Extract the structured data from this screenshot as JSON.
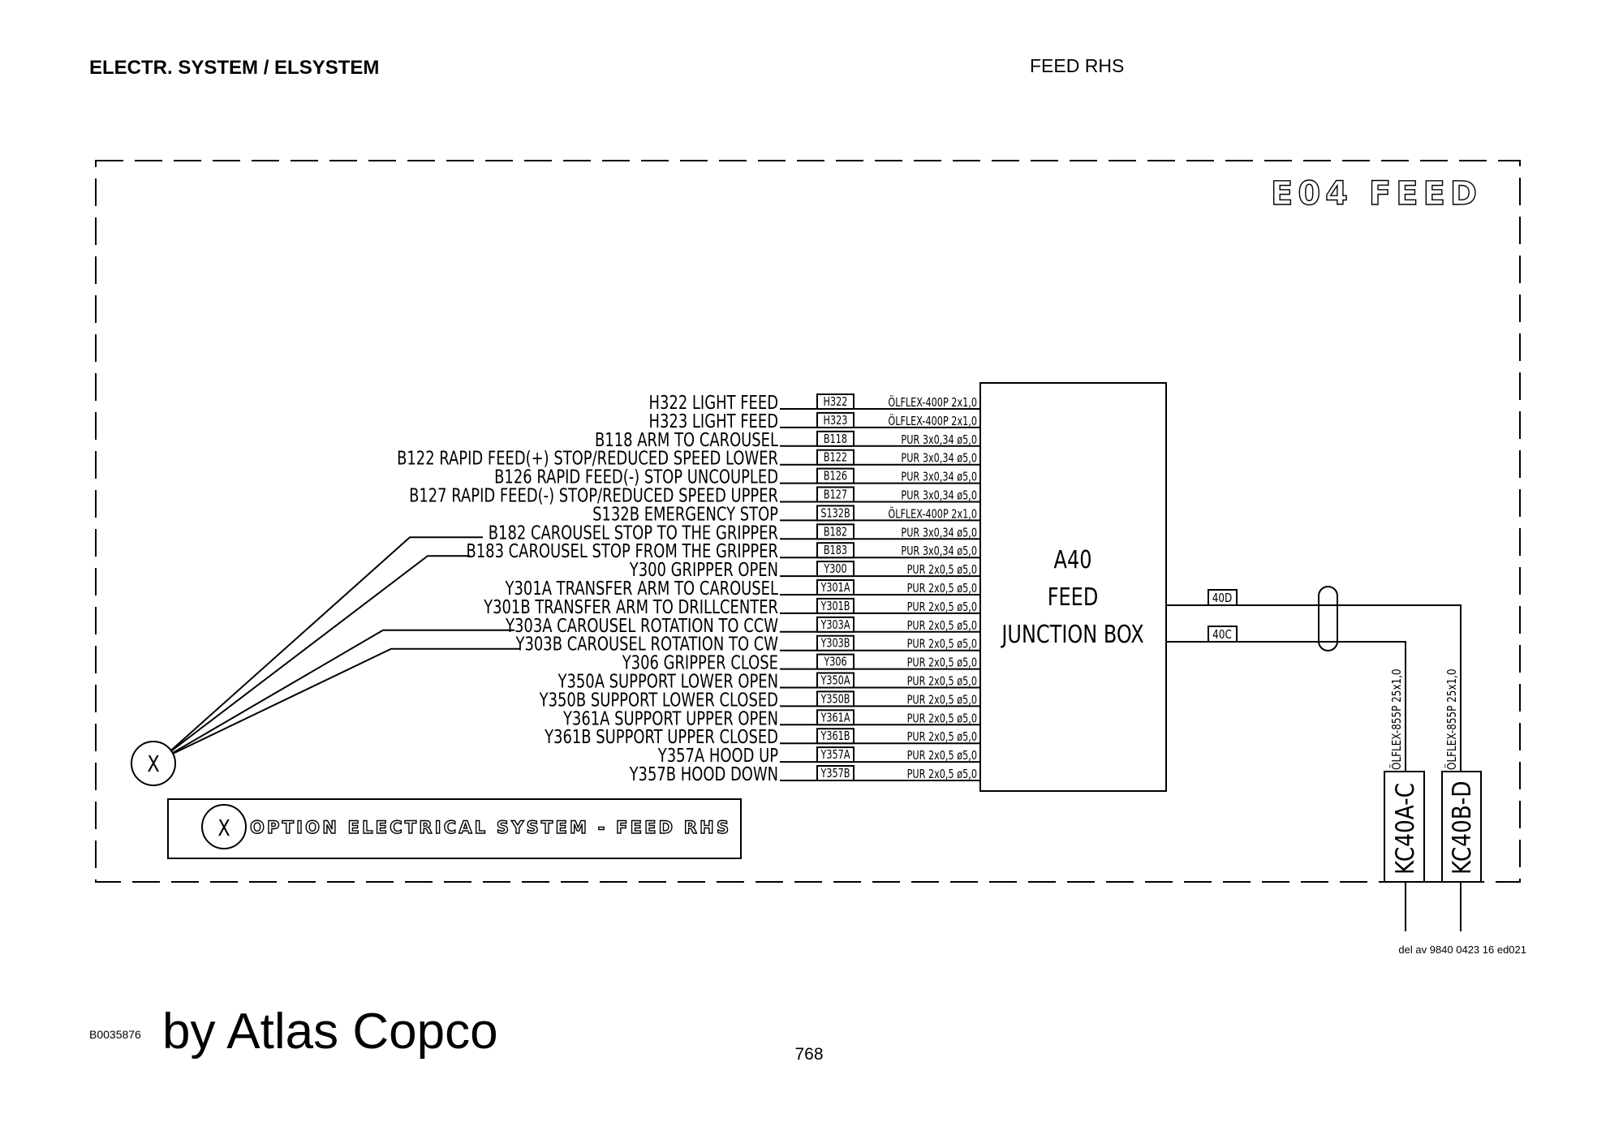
{
  "header": {
    "section_title": "ELECTR. SYSTEM / ELSYSTEM",
    "page_subject": "FEED RHS"
  },
  "diagram": {
    "frame_title": "E04 FEED",
    "junction_box": {
      "id": "A40",
      "line2": "FEED",
      "line3": "JUNCTION BOX"
    },
    "rows": [
      {
        "label": "H322 LIGHT FEED",
        "tag": "H322",
        "cable": "ÖLFLEX-400P 2x1,0"
      },
      {
        "label": "H323 LIGHT FEED",
        "tag": "H323",
        "cable": "ÖLFLEX-400P 2x1,0"
      },
      {
        "label": "B118 ARM TO CAROUSEL",
        "tag": "B118",
        "cable": "PUR 3x0,34 ø5,0"
      },
      {
        "label": "B122 RAPID FEED(+) STOP/REDUCED SPEED LOWER",
        "tag": "B122",
        "cable": "PUR 3x0,34 ø5,0"
      },
      {
        "label": "B126 RAPID FEED(-) STOP UNCOUPLED",
        "tag": "B126",
        "cable": "PUR 3x0,34 ø5,0"
      },
      {
        "label": "B127 RAPID FEED(-) STOP/REDUCED SPEED UPPER",
        "tag": "B127",
        "cable": "PUR 3x0,34 ø5,0"
      },
      {
        "label": "S132B EMERGENCY STOP",
        "tag": "S132B",
        "cable": "ÖLFLEX-400P 2x1,0"
      },
      {
        "label": "B182 CAROUSEL STOP TO THE GRIPPER",
        "tag": "B182",
        "cable": "PUR 3x0,34 ø5,0",
        "option": true
      },
      {
        "label": "B183 CAROUSEL STOP FROM THE GRIPPER",
        "tag": "B183",
        "cable": "PUR 3x0,34 ø5,0",
        "option": true
      },
      {
        "label": "Y300 GRIPPER OPEN",
        "tag": "Y300",
        "cable": "PUR 2x0,5 ø5,0"
      },
      {
        "label": "Y301A TRANSFER ARM TO CAROUSEL",
        "tag": "Y301A",
        "cable": "PUR 2x0,5 ø5,0"
      },
      {
        "label": "Y301B TRANSFER ARM TO DRILLCENTER",
        "tag": "Y301B",
        "cable": "PUR 2x0,5 ø5,0"
      },
      {
        "label": "Y303A CAROUSEL ROTATION TO CCW",
        "tag": "Y303A",
        "cable": "PUR 2x0,5 ø5,0",
        "option": true
      },
      {
        "label": "Y303B CAROUSEL ROTATION TO CW",
        "tag": "Y303B",
        "cable": "PUR 2x0,5 ø5,0",
        "option": true
      },
      {
        "label": "Y306 GRIPPER CLOSE",
        "tag": "Y306",
        "cable": "PUR 2x0,5 ø5,0"
      },
      {
        "label": "Y350A SUPPORT LOWER OPEN",
        "tag": "Y350A",
        "cable": "PUR 2x0,5 ø5,0"
      },
      {
        "label": "Y350B SUPPORT LOWER CLOSED",
        "tag": "Y350B",
        "cable": "PUR 2x0,5 ø5,0"
      },
      {
        "label": "Y361A SUPPORT UPPER OPEN",
        "tag": "Y361A",
        "cable": "PUR 2x0,5 ø5,0"
      },
      {
        "label": "Y361B SUPPORT UPPER CLOSED",
        "tag": "Y361B",
        "cable": "PUR 2x0,5 ø5,0"
      },
      {
        "label": "Y357A HOOD UP",
        "tag": "Y357A",
        "cable": "PUR 2x0,5 ø5,0"
      },
      {
        "label": "Y357B HOOD DOWN",
        "tag": "Y357B",
        "cable": "PUR 2x0,5 ø5,0"
      }
    ],
    "outputs": [
      {
        "tag": "40D",
        "cable": "ÖLFLEX-855P 25x1,0",
        "connector": "KC40B-D"
      },
      {
        "tag": "40C",
        "cable": "ÖLFLEX-855P 25x1,0",
        "connector": "KC40A-C"
      }
    ],
    "option_marker": "X",
    "legend": {
      "marker": "X",
      "text": "OPTION ELECTRICAL SYSTEM - FEED RHS"
    },
    "reference": "del av 9840 0423 16 ed021"
  },
  "footer": {
    "doc_code": "B0035876",
    "brand": "by Atlas Copco",
    "page_number": "768"
  }
}
